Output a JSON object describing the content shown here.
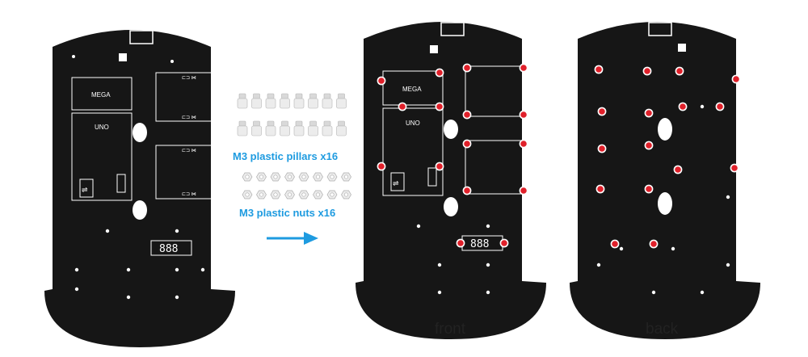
{
  "parts": {
    "pillars_label": "M3 plastic pillars x16",
    "nuts_label": "M3 plastic nuts x16",
    "pillar_count": 16,
    "nut_count": 16
  },
  "panels": {
    "front_caption": "front",
    "back_caption": "back"
  },
  "pcb_labels": {
    "mega": "MEGA",
    "uno": "UNO",
    "display": "888",
    "module_marks": "⊏⊐ ⋈"
  },
  "colors": {
    "accent": "#1e9be0",
    "plate": "#161616",
    "silkscreen": "#ffffff",
    "marker": "#e0202a",
    "part": "#e8e8e8"
  },
  "icons": {
    "arrow": "right-arrow-icon",
    "usb": "usb-icon",
    "marker": "red-pillar-marker"
  }
}
